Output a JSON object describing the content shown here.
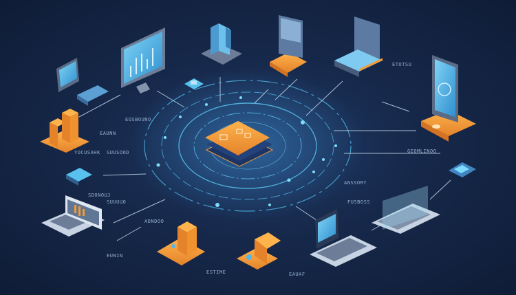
{
  "diagram": {
    "title": "Isometric network / cloud connectivity illustration",
    "colors": {
      "background": "#16284a",
      "accent_orange": "#f39a32",
      "accent_blue": "#4fb8e8",
      "line": "#cfe3f5"
    },
    "center_node": {
      "name": "central-orange-chip",
      "description": "Orange stacked chip/card device surrounded by glowing blue concentric circuit rings"
    },
    "nodes": [
      {
        "name": "tablet-top-left",
        "kind": "tablet",
        "color": "blue"
      },
      {
        "name": "monitor-chart",
        "kind": "desktop-monitor",
        "color": "blue"
      },
      {
        "name": "server-tower",
        "kind": "server",
        "color": "blue"
      },
      {
        "name": "mobile-orange-top",
        "kind": "phone-on-orange-base",
        "color": "orange"
      },
      {
        "name": "book-device",
        "kind": "device-panel",
        "color": "blue"
      },
      {
        "name": "tablet-right",
        "kind": "tablet-on-orange-base",
        "color": "orange"
      },
      {
        "name": "small-card-right",
        "kind": "card-device",
        "color": "blue"
      },
      {
        "name": "laptop-holo",
        "kind": "laptop",
        "color": "grey"
      },
      {
        "name": "laptop-dark",
        "kind": "laptop",
        "color": "grey"
      },
      {
        "name": "orange-box-bottom",
        "kind": "box",
        "color": "orange"
      },
      {
        "name": "orange-building-bottom",
        "kind": "building-with-person",
        "color": "orange"
      },
      {
        "name": "laptop-left",
        "kind": "laptop",
        "color": "grey"
      },
      {
        "name": "small-card-left",
        "kind": "card-device",
        "color": "blue"
      },
      {
        "name": "orange-buildings-left",
        "kind": "buildings",
        "color": "orange"
      },
      {
        "name": "blue-box-left",
        "kind": "box",
        "color": "blue"
      }
    ],
    "labels": [
      "YOCUSAHK",
      "SUUSOOD",
      "EAUNN",
      "EOSBOUNO",
      "GEOMLINOO",
      "ETOTSU",
      "SDONOUJ",
      "SUUUUO",
      "ADNDOO",
      "ANSSORY",
      "FUSBOSS",
      "EUNIN",
      "ESTIME",
      "EAUAF"
    ]
  }
}
